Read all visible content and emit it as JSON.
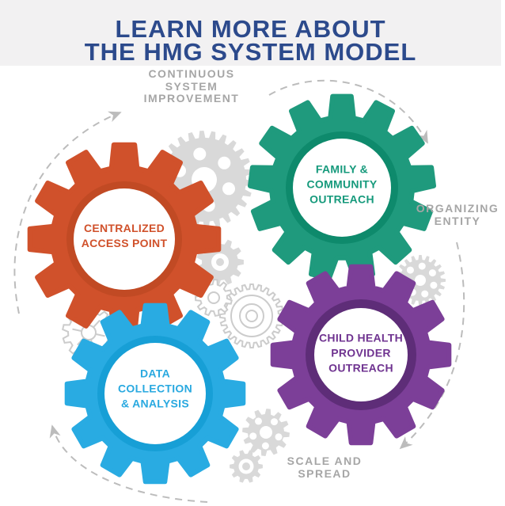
{
  "header": {
    "title_line1": "LEARN MORE ABOUT",
    "title_line2": "THE HMG SYSTEM MODEL",
    "bg_color": "#f2f1f2",
    "text_color": "#2c4a8c"
  },
  "labels": [
    {
      "id": "continuous-system-improvement",
      "lines": [
        "CONTINUOUS",
        "SYSTEM",
        "IMPROVEMENT"
      ]
    },
    {
      "id": "organizing-entity",
      "lines": [
        "ORGANIZING",
        "ENTITY"
      ]
    },
    {
      "id": "scale-and-spread",
      "lines": [
        "SCALE AND",
        "SPREAD"
      ]
    }
  ],
  "gears": [
    {
      "id": "centralized-access-point",
      "lines": [
        "CENTRALIZED",
        "ACCESS POINT",
        ""
      ],
      "color": "#d0512b",
      "ring_color": "#c14a24",
      "text_color": "#d0512b"
    },
    {
      "id": "family-community-outreach",
      "lines": [
        "FAMILY &",
        "COMMUNITY",
        "OUTREACH"
      ],
      "color": "#1f9a7d",
      "ring_color": "#0e8a6c",
      "text_color": "#169a7c"
    },
    {
      "id": "data-collection-analysis",
      "lines": [
        "DATA",
        "COLLECTION",
        "& ANALYSIS"
      ],
      "color": "#29abe2",
      "ring_color": "#179fd6",
      "text_color": "#29a9e0"
    },
    {
      "id": "child-health-provider-outreach",
      "lines": [
        "CHILD HEALTH",
        "PROVIDER",
        "OUTREACH"
      ],
      "color": "#7c3f98",
      "ring_color": "#5e2d78",
      "text_color": "#6f3390"
    }
  ],
  "decor": {
    "gear_color": "#d9d9d9",
    "outline_color": "#cccccc",
    "arrow_color": "#bcbcbc",
    "label_color": "#a6a6a6"
  }
}
